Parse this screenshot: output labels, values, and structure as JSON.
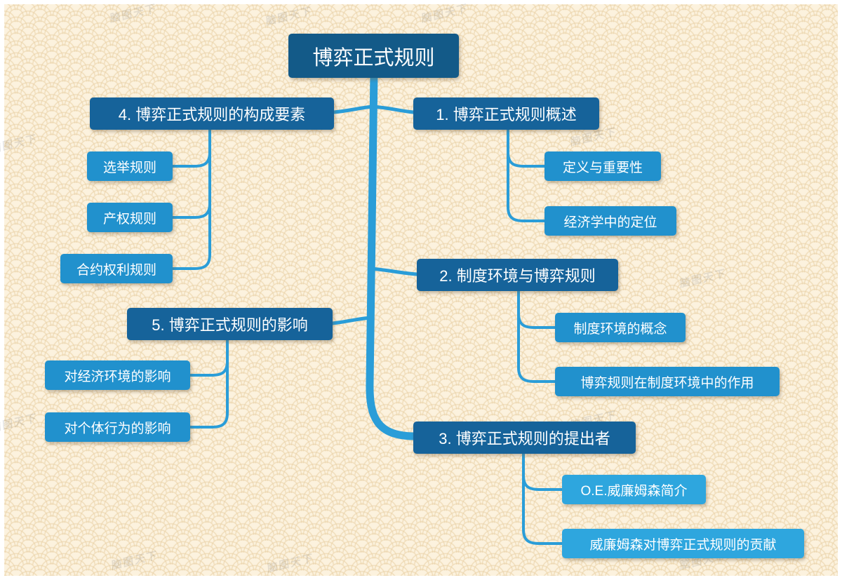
{
  "root": {
    "label": "博弈正式规则"
  },
  "branches": [
    {
      "label": "1. 博弈正式规则概述",
      "children": [
        {
          "label": "定义与重要性"
        },
        {
          "label": "经济学中的定位"
        }
      ]
    },
    {
      "label": "2. 制度环境与博弈规则",
      "children": [
        {
          "label": "制度环境的概念"
        },
        {
          "label": "博弈规则在制度环境中的作用"
        }
      ]
    },
    {
      "label": "3. 博弈正式规则的提出者",
      "children": [
        {
          "label": "O.E.威廉姆森简介"
        },
        {
          "label": "威廉姆森对博弈正式规则的贡献"
        }
      ]
    },
    {
      "label": "4. 博弈正式规则的构成要素",
      "children": [
        {
          "label": "选举规则"
        },
        {
          "label": "产权规则"
        },
        {
          "label": "合约权利规则"
        }
      ]
    },
    {
      "label": "5. 博弈正式规则的影响",
      "children": [
        {
          "label": "对经济环境的影响"
        },
        {
          "label": "对个体行为的影响"
        }
      ]
    }
  ],
  "watermark": {
    "text": "脑图天下"
  },
  "colors": {
    "background": "#fcf2de",
    "root_bg": "#135a88",
    "branch_bg": "#16639a",
    "child_bg": "#2191cd",
    "child_alt_bg": "#2ea6de",
    "connector": "#2a9dd8"
  }
}
